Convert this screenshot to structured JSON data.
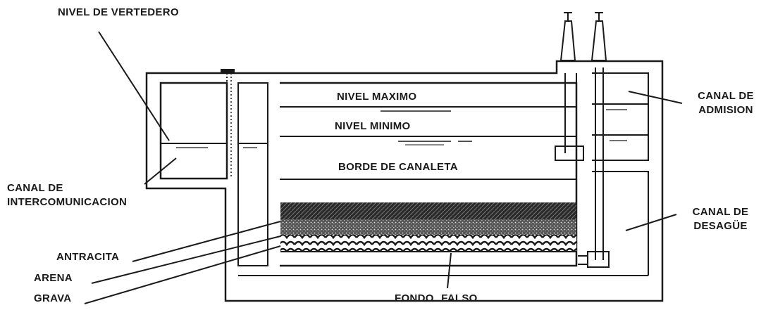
{
  "labels": {
    "nivel_vertedero": "NIVEL DE VERTEDERO",
    "nivel_maximo": "NIVEL MAXIMO",
    "nivel_minimo": "NIVEL MINIMO",
    "borde_canaleta": "BORDE DE CANALETA",
    "canal_admision_1": "CANAL DE",
    "canal_admision_2": "ADMISION",
    "canal_intercom_1": "CANAL DE",
    "canal_intercom_2": "INTERCOMUNICACION",
    "canal_desague_1": "CANAL DE",
    "canal_desague_2": "DESAGÜE",
    "antracita": "ANTRACITA",
    "arena": "ARENA",
    "grava": "GRAVA",
    "fondo_falso": "FONDO FALSO"
  },
  "colors": {
    "ink": "#1a1a1a",
    "media": "#333333",
    "background": "#ffffff"
  }
}
